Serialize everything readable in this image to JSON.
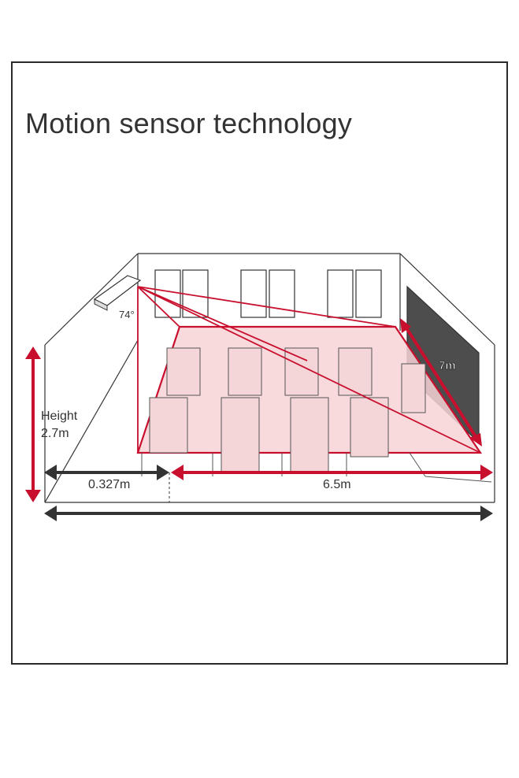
{
  "title": "Motion sensor technology",
  "labels": {
    "angle": "74°",
    "height_label": "Height",
    "height_value": "2.7m",
    "offset_distance": "0.327m",
    "coverage_length": "6.5m",
    "coverage_width": "7m"
  },
  "colors": {
    "accent": "#c8102e",
    "dark_arrow": "#333333",
    "coverage_fill": "#f7d3d6",
    "blackboard": "#4d4d4d"
  },
  "icons": {
    "sensor": "motion-sensor-icon"
  }
}
